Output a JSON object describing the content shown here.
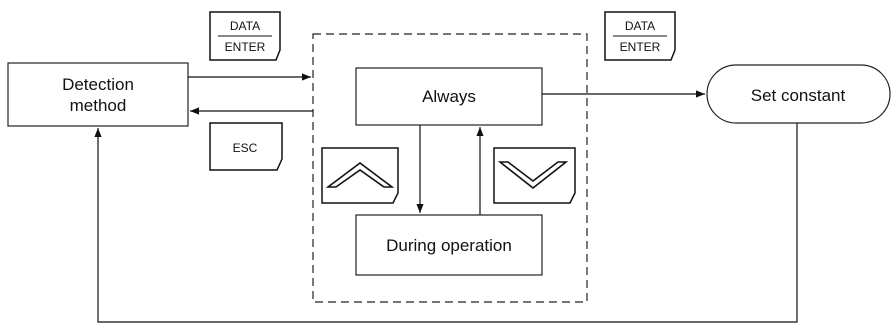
{
  "nodes": {
    "detection_method": {
      "line1": "Detection",
      "line2": "method"
    },
    "always": "Always",
    "during_operation": "During operation",
    "set_constant": "Set constant"
  },
  "keys": {
    "data_enter_left": {
      "top": "DATA",
      "bottom": "ENTER"
    },
    "data_enter_right": {
      "top": "DATA",
      "bottom": "ENTER"
    },
    "esc": "ESC",
    "up": "up-arrow-key",
    "down": "down-arrow-key"
  }
}
